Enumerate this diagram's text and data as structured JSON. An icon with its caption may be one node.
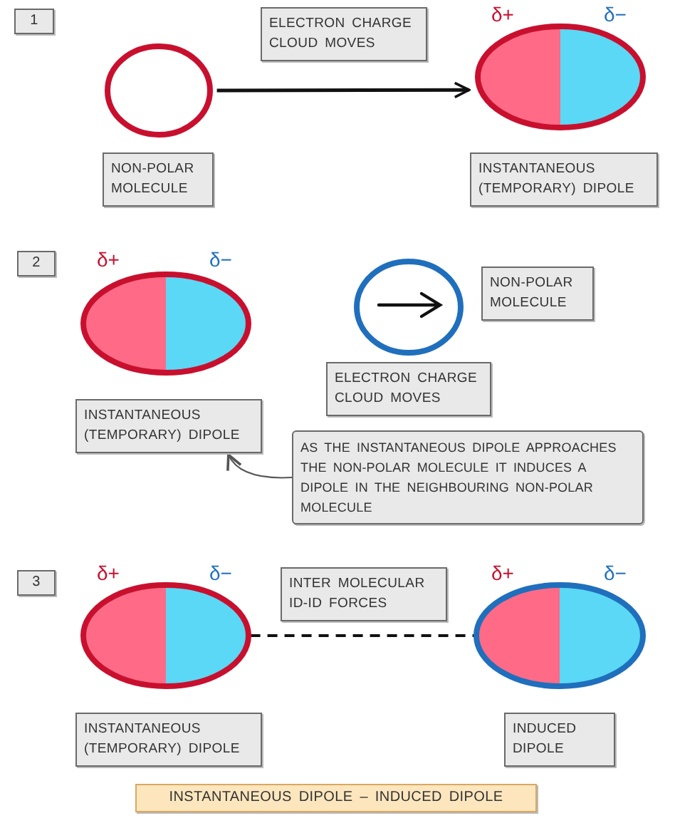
{
  "diagram": {
    "nodes": [
      {
        "text": [
          "1"
        ]
      },
      {
        "text": [],
        "shape": "circle"
      },
      {
        "text": [
          "ELECTRON CHARGE CLOUD MOVES"
        ]
      },
      {
        "text": [
          "δ+",
          "δ−"
        ]
      },
      {
        "text": [
          "NON-POLAR MOLECULE"
        ]
      },
      {
        "text": [
          "INSTANTANEOUS (TEMPORARY) DIPOLE"
        ]
      },
      {
        "text": [
          "2"
        ]
      },
      {
        "text": [
          "δ+",
          "δ−"
        ]
      },
      {
        "text": [],
        "shape": "circle"
      },
      {
        "text": [
          "NON-POLAR MOLECULE"
        ]
      },
      {
        "text": [
          "ELECTRON CHARGE CLOUD MOVES"
        ]
      },
      {
        "text": [
          "INSTANTANEOUS (TEMPORARY) DIPOLE"
        ]
      },
      {
        "text": [
          "AS THE INSTANTANEOUS DIPOLE APPROACHES THE NON-POLAR MOLECULE IT INDUCES A DIPOLE IN THE NEIGHBOURING NON-POLAR MOLECULE"
        ]
      },
      {
        "text": [
          "3"
        ]
      },
      {
        "text": [
          "δ+",
          "δ−"
        ]
      },
      {
        "text": [
          "INTER MOLECULAR ID-ID FORCES"
        ]
      },
      {
        "text": [
          "δ+",
          "δ−"
        ]
      },
      {
        "text": [
          "INSTANTANEOUS (TEMPORARY) DIPOLE"
        ]
      },
      {
        "text": [
          "INDUCED DIPOLE"
        ]
      },
      {
        "text": [
          "INSTANTANEOUS DIPOLE – INDUCED DIPOLE"
        ]
      }
    ],
    "edges": [
      {
        "from": 1,
        "to": 3,
        "arrow": "to"
      },
      {
        "from": 12,
        "to": 11,
        "arrow": "to"
      },
      {
        "from": 14,
        "to": 16,
        "arrow": "none",
        "style": "dashed"
      }
    ]
  }
}
